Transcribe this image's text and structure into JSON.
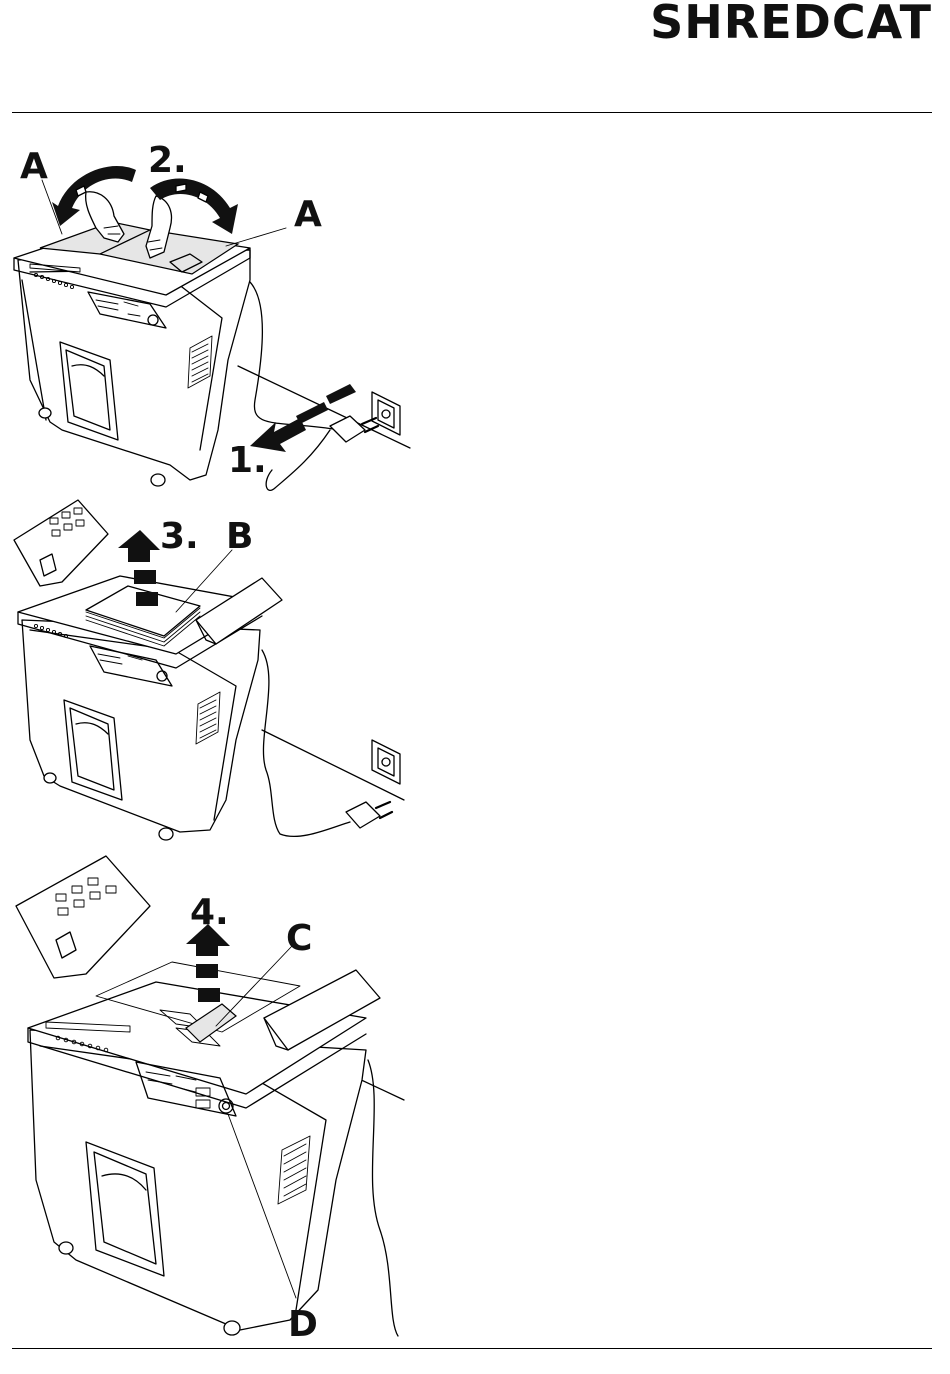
{
  "header": {
    "brand": "SHREDCAT"
  },
  "figure1": {
    "labels": {
      "a_left": "A",
      "step2": "2.",
      "a_right": "A",
      "step1": "1."
    },
    "icons": [
      "hand-icon",
      "hand-icon",
      "plug-icon",
      "socket-icon"
    ]
  },
  "figure2": {
    "labels": {
      "step3": "3.",
      "b": "B"
    },
    "icons": [
      "plug-icon",
      "socket-icon"
    ]
  },
  "figure3": {
    "labels": {
      "step4": "4.",
      "c": "C",
      "d": "D"
    }
  }
}
